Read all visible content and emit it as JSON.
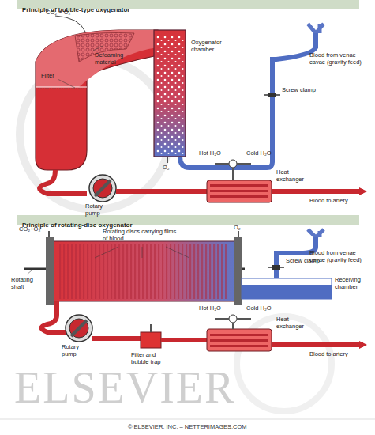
{
  "diagram": {
    "nodes": [
      {
        "text": [
          "Principle of bubble-type oxygenator"
        ]
      },
      {
        "text": [
          "Principle of rotating-disc oxygenator"
        ]
      }
    ],
    "edges": [],
    "labels": [
      "CO₂ + O₂",
      "Defoaming material",
      "Filter",
      "Oxygenator chamber",
      "Blood from venae cavae (gravity feed)",
      "Screw clamp",
      "O₂",
      "Hot H₂O",
      "Cold H₂O",
      "Heat exchanger",
      "Rotary pump",
      "Blood to artery",
      "Rotating discs carrying films of blood",
      "CO₂+O₂",
      "O₂",
      "Blood from venae cavae (gravity feed)",
      "Screw clamp",
      "Receiving chamber",
      "Rotating shaft",
      "Rotary pump",
      "Filter and bubble trap",
      "Hot H₂O",
      "Cold H₂O",
      "Heat exchanger",
      "Blood to artery",
      "ELSEVIER",
      "© ELSEVIER, INC. – NETTERIMAGES.COM"
    ]
  }
}
